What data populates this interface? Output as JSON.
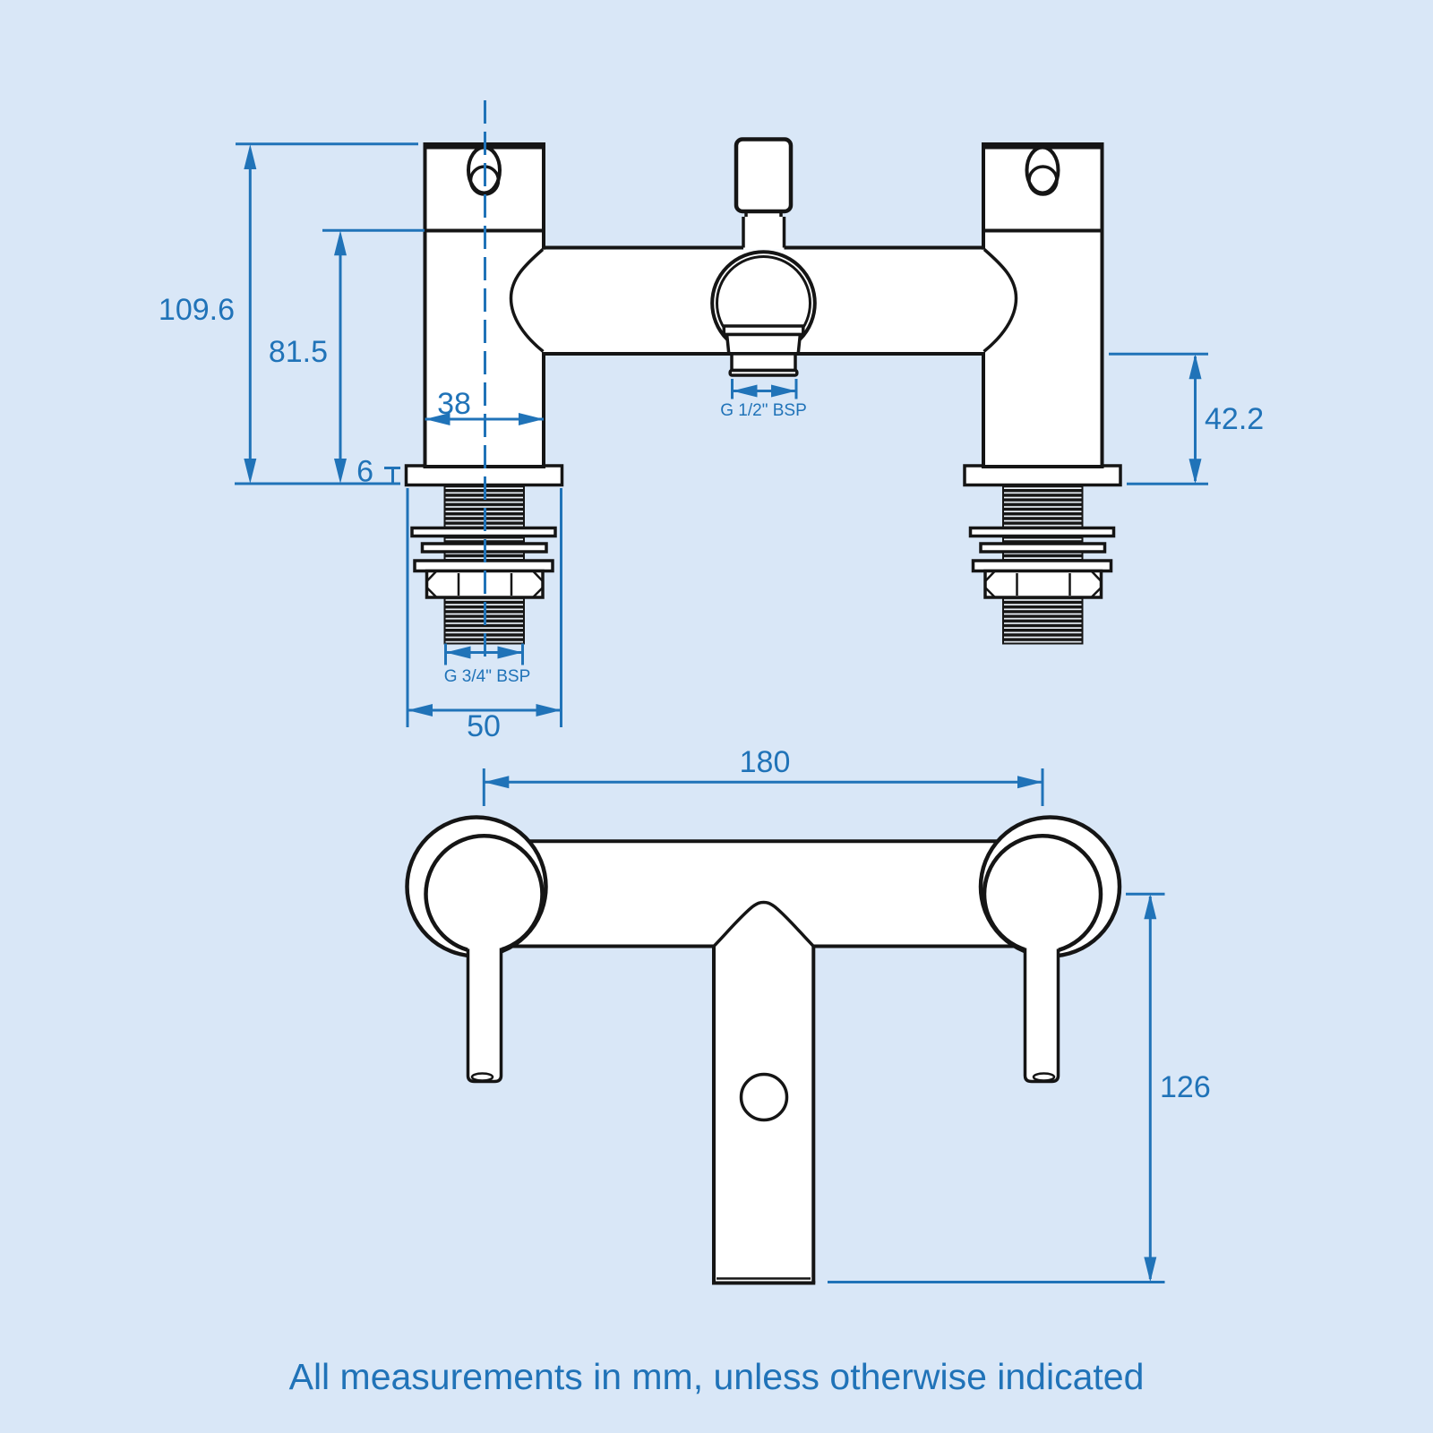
{
  "colors": {
    "background": "#d9e7f7",
    "drawing_line": "#151515",
    "dimension_accent": "#2073b8",
    "part_fill": "#ffffff"
  },
  "front_view": {
    "labels": {
      "overall_height": "109.6",
      "body_height": "81.5",
      "pillar_width": "38",
      "deck_plate_thickness": "6",
      "outlet_height": "42.2",
      "shower_outlet_thread": "G 1/2\" BSP",
      "inlet_thread": "G 3/4\" BSP",
      "deck_plate_width": "50"
    }
  },
  "plan_view": {
    "labels": {
      "tap_centres": "180",
      "spout_projection": "126"
    }
  },
  "footer": {
    "note": "All measurements in mm, unless otherwise indicated"
  }
}
